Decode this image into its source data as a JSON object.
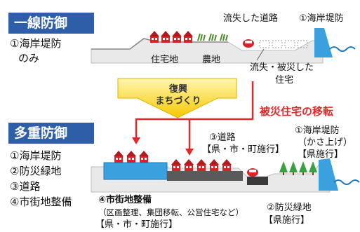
{
  "top": {
    "header": "一線防御",
    "side": [
      "①海岸堤防",
      "のみ"
    ],
    "labels": {
      "lost_road": "流失した道路",
      "seawall": "①海岸堤防",
      "residential": "住宅地",
      "farmland": "農地",
      "lost_houses_1": "流失・被災した",
      "lost_houses_2": "住宅"
    }
  },
  "arrow": {
    "line1": "復興",
    "line2": "まちづくり"
  },
  "relocation": "被災住宅の移転",
  "bottom": {
    "header": "多重防御",
    "side": [
      "①海岸堤防",
      "②防災緑地",
      "③道路",
      "④市街地整備"
    ],
    "labels": {
      "road_1": "③道路",
      "road_2": "【県・市・町施行】",
      "seawall_1": "①海岸堤防",
      "seawall_2": "（かさ上げ）",
      "seawall_3": "【県施行】",
      "urban_1": "④市街地整備",
      "urban_2": "（区画整理、集団移転、公営住宅など）",
      "urban_3": "【県・市・町施行】",
      "green_1": "②防災緑地",
      "green_2": "【県施行】"
    }
  },
  "colors": {
    "header": "#2f5ea8",
    "sea": "#3aa0de",
    "ground": "#c9c9c9",
    "houses": "#d6232a",
    "arrow": "#f7d21a",
    "relocation": "#e22a2a",
    "trees": "#3aa043"
  }
}
